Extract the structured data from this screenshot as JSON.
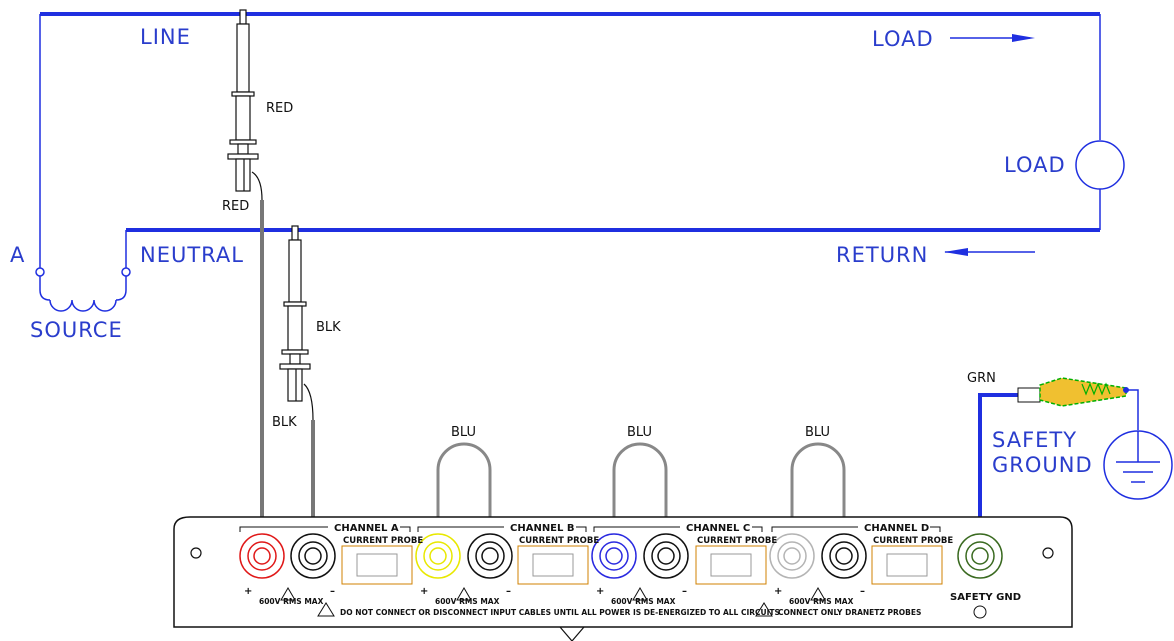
{
  "labels": {
    "line": "LINE",
    "load_top": "LOAD",
    "load_circle": "LOAD",
    "neutral": "NEUTRAL",
    "return": "RETURN",
    "source_a": "A",
    "source": "SOURCE",
    "safety_ground_1": "SAFETY",
    "safety_ground_2": "GROUND"
  },
  "probes": {
    "red_upper": "RED",
    "red_lower": "RED",
    "blk_upper": "BLK",
    "blk_lower": "BLK",
    "grn": "GRN"
  },
  "jumpers": [
    "BLU",
    "BLU",
    "BLU"
  ],
  "panel": {
    "channels": [
      "CHANNEL A",
      "CHANNEL B",
      "CHANNEL C",
      "CHANNEL D"
    ],
    "current_probe": "CURRENT PROBE",
    "rating": "600V RMS MAX",
    "plus": "+",
    "minus": "–",
    "safety_gnd": "SAFETY GND",
    "warning": "DO NOT CONNECT OR DISCONNECT INPUT CABLES UNTIL ALL POWER IS DE-ENERGIZED TO ALL CIRCUITS",
    "connect_only": "CONNECT ONLY DRANETZ PROBES",
    "colors": {
      "wire": "#1f2fe0",
      "red_jack": "#e01818",
      "yellow_jack": "#e8e800",
      "blue_jack": "#2a2ae0",
      "gray_jack": "#b4b4b4",
      "green_jack": "#3a6a20",
      "probe_clip": "#00b000",
      "probe_clip_fill": "#f0c030"
    }
  }
}
